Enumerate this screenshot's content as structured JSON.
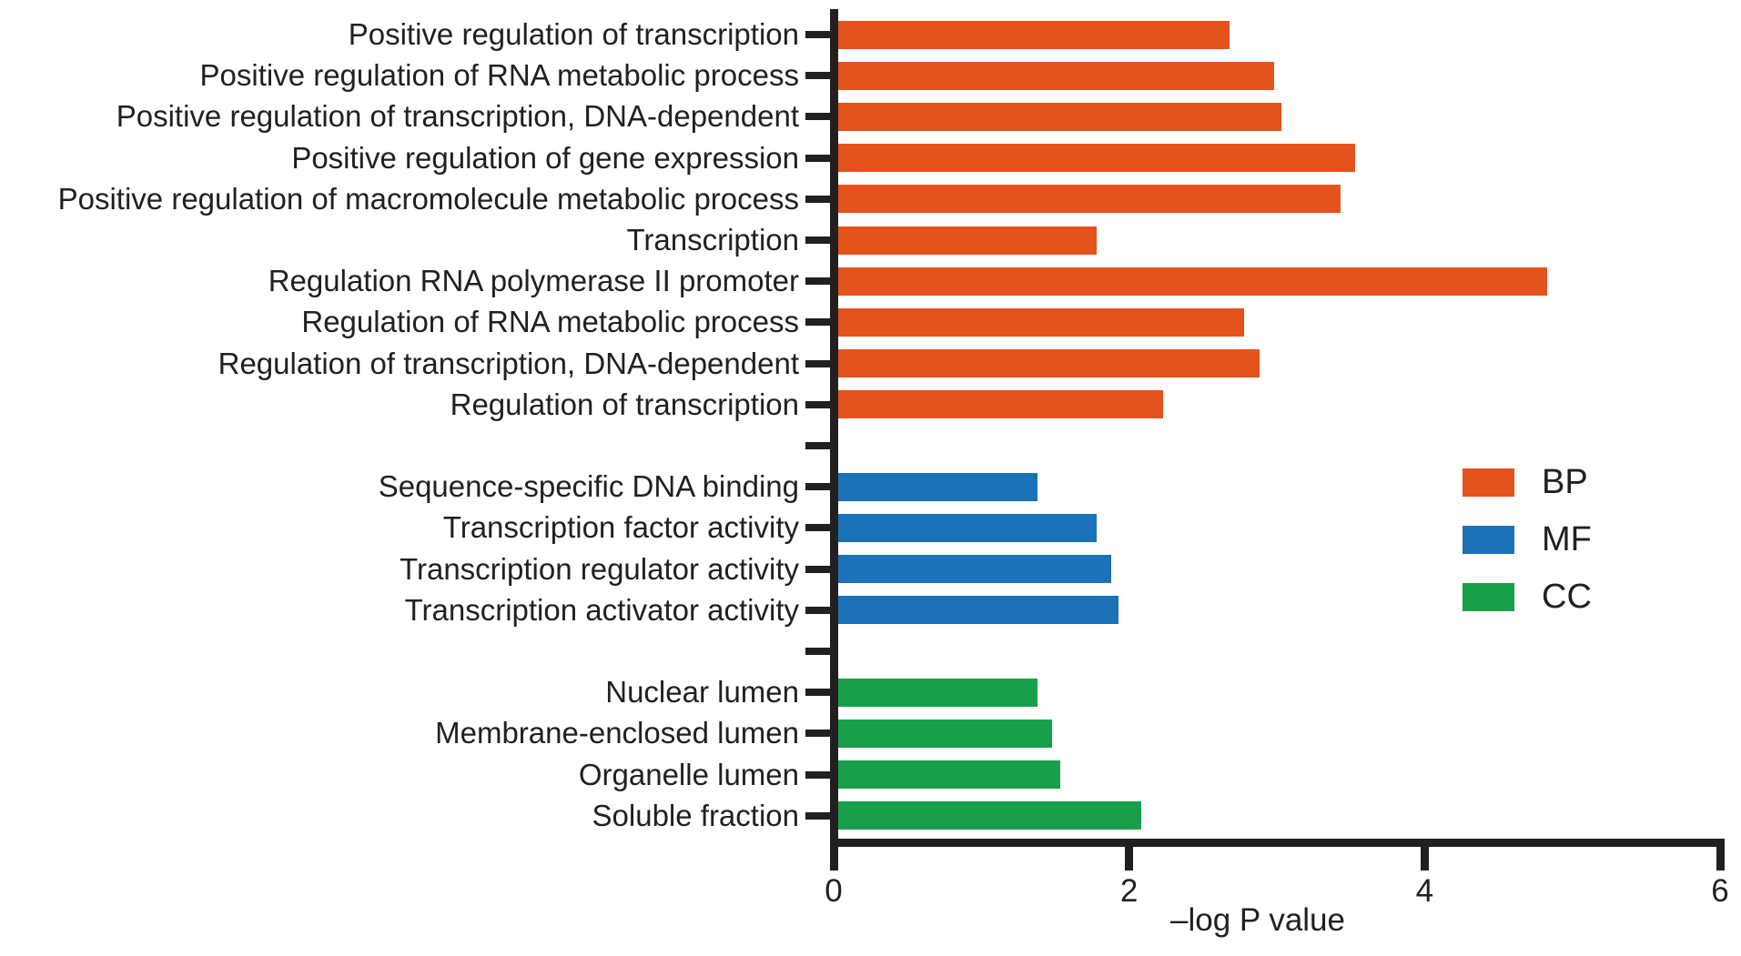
{
  "figure": {
    "background": "#ffffff",
    "axis_color": "#231F20",
    "text_color": "#231F20"
  },
  "chart_data": {
    "type": "bar",
    "orientation": "horizontal",
    "title": "",
    "xlabel": "–log P value",
    "ylabel": "",
    "xlim": [
      0,
      6
    ],
    "xticks": [
      0,
      2,
      4,
      6
    ],
    "grid": false,
    "legend_position": "right",
    "groups": [
      {
        "name": "BP",
        "color": "#E4531B",
        "items": [
          {
            "label": "Positive regulation of transcription",
            "value": 2.65
          },
          {
            "label": "Positive regulation of RNA metabolic process",
            "value": 2.95
          },
          {
            "label": "Positive regulation of transcription, DNA-dependent",
            "value": 3.0
          },
          {
            "label": "Positive regulation of gene expression",
            "value": 3.5
          },
          {
            "label": "Positive regulation of macromolecule metabolic process",
            "value": 3.4
          },
          {
            "label": "Transcription",
            "value": 1.75
          },
          {
            "label": "Regulation RNA polymerase II promoter",
            "value": 4.8
          },
          {
            "label": "Regulation of RNA metabolic process",
            "value": 2.75
          },
          {
            "label": "Regulation of transcription, DNA-dependent",
            "value": 2.85
          },
          {
            "label": "Regulation of transcription",
            "value": 2.2
          }
        ]
      },
      {
        "name": "MF",
        "color": "#1B72B8",
        "items": [
          {
            "label": "Sequence-specific DNA binding",
            "value": 1.35
          },
          {
            "label": "Transcription factor activity",
            "value": 1.75
          },
          {
            "label": "Transcription regulator activity",
            "value": 1.85
          },
          {
            "label": "Transcription activator activity",
            "value": 1.9
          }
        ]
      },
      {
        "name": "CC",
        "color": "#189F4A",
        "items": [
          {
            "label": "Nuclear lumen",
            "value": 1.35
          },
          {
            "label": "Membrane-enclosed lumen",
            "value": 1.45
          },
          {
            "label": "Organelle lumen",
            "value": 1.5
          },
          {
            "label": "Soluble fraction",
            "value": 2.05
          }
        ]
      }
    ],
    "legend": {
      "entries": [
        {
          "label": "BP",
          "color": "#E4531B"
        },
        {
          "label": "MF",
          "color": "#1B72B8"
        },
        {
          "label": "CC",
          "color": "#189F4A"
        }
      ]
    }
  }
}
